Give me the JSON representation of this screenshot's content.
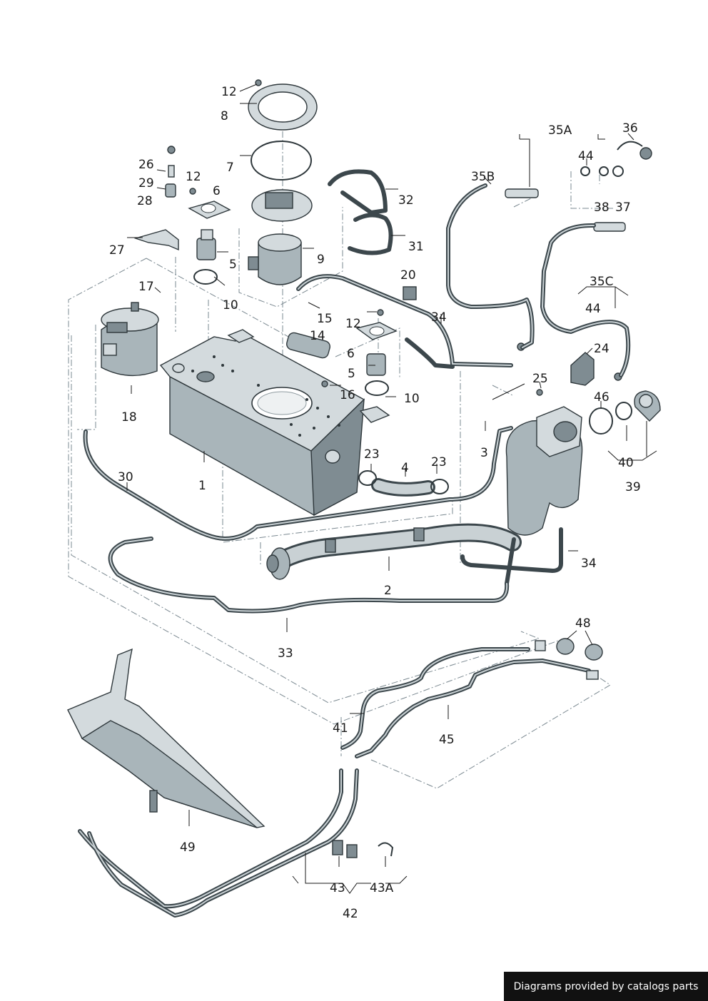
{
  "callouts": [
    "12",
    "8",
    "7",
    "26",
    "29",
    "28",
    "12",
    "6",
    "27",
    "5",
    "10",
    "9",
    "32",
    "31",
    "17",
    "18",
    "15",
    "14",
    "12",
    "6",
    "5",
    "10",
    "16",
    "20",
    "34",
    "35A",
    "35B",
    "36",
    "44",
    "38",
    "37",
    "35C",
    "44",
    "24",
    "25",
    "46",
    "40",
    "39",
    "3",
    "23",
    "4",
    "23",
    "1",
    "30",
    "34",
    "2",
    "33",
    "48",
    "41",
    "45",
    "49",
    "43",
    "43A",
    "42"
  ],
  "credit": {
    "text": "Diagrams provided by catalogs parts"
  }
}
